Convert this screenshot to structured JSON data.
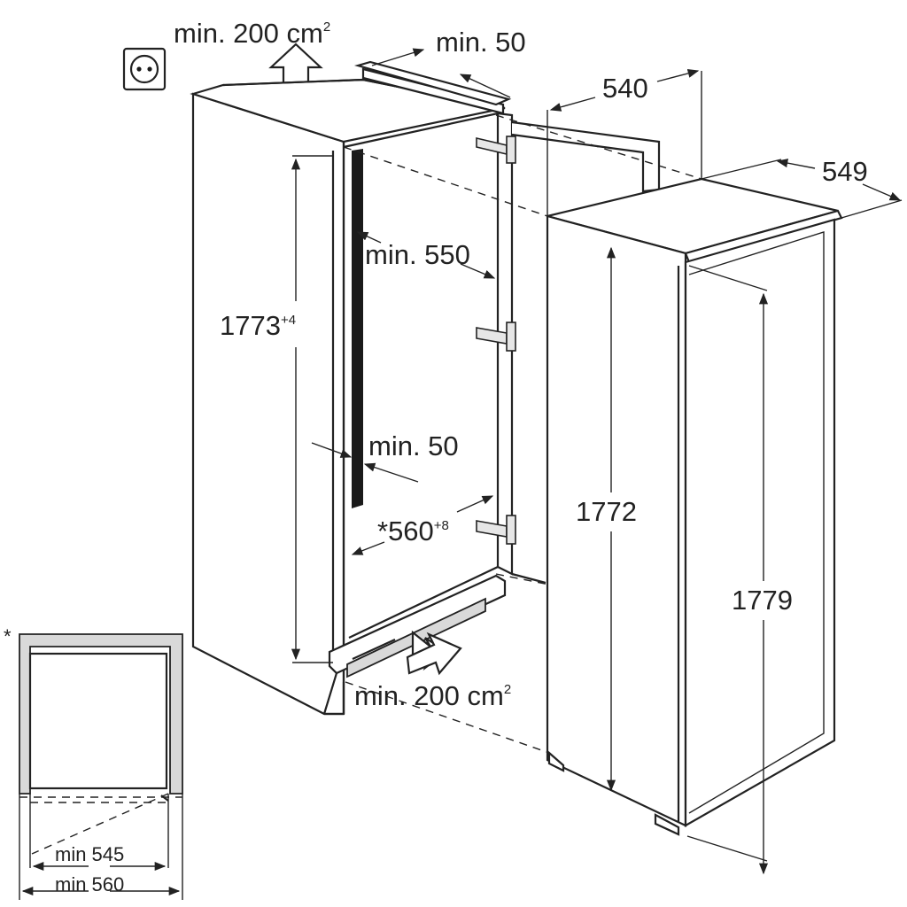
{
  "labels": {
    "vent_top": "min. 200 cm",
    "vent_top_sup": "2",
    "gap_top": "min. 50",
    "depth_540": "540",
    "depth_549": "549",
    "width_550": "min. 550",
    "height_1773": "1773",
    "height_1773_sup": "+4",
    "gap_side": "min. 50",
    "width_560": "*560",
    "width_560_sup": "+8",
    "vent_bottom": "min. 200 cm",
    "vent_bottom_sup": "2",
    "height_1772": "1772",
    "height_1779": "1779",
    "inset_marker": "*",
    "inset_min545": "min 545",
    "inset_min560": "min 560"
  },
  "icons": {
    "power_socket": "power-socket-icon",
    "airflow_top": "arrow-up-icon",
    "airflow_bottom": "arrow-right-icon"
  },
  "colors": {
    "ink": "#222222",
    "background": "#ffffff"
  }
}
